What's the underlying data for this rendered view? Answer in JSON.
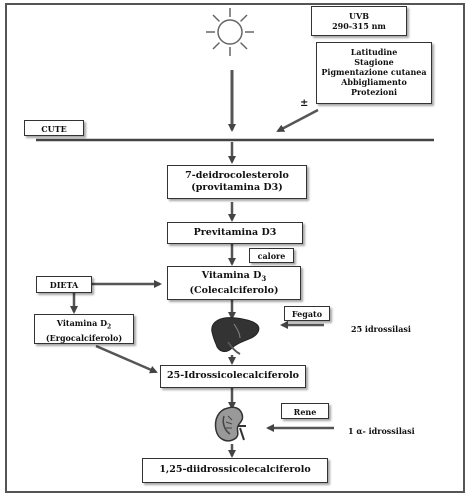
{
  "uvb": {
    "line1": "UVB",
    "line2": "290-315 nm"
  },
  "factors": [
    "Latitudine",
    "Stagione",
    "Pigmentazione cutanea",
    "Abbigliamento",
    "Protezioni"
  ],
  "plus_minus": "±",
  "cute": "CUTE",
  "dehydro": {
    "line1": "7-deidrocolesterolo",
    "line2": "(provitamina D3)"
  },
  "previtamina": "Previtamina D3",
  "calore": "calore",
  "vitd3": {
    "line1_main": "Vitamina D",
    "line1_sub": "3",
    "line2": "(Colecalciferolo)"
  },
  "dieta": "DIETA",
  "vitd2": {
    "line1_main": "Vitamina D",
    "line1_sub": "2",
    "line2": "(Ergocalciferolo)"
  },
  "fegato": "Fegato",
  "idrossilasi25": "25 idrossilasi",
  "idrossi25": "25-Idrossicolecalciferolo",
  "rene": "Rene",
  "idrossilasi1a": "1 α- idrossilasi",
  "diidrossi": "1,25-diidrossicolecalciferolo",
  "icons": {
    "sun": "sun-icon",
    "liver": "liver-icon",
    "kidney": "kidney-icon"
  }
}
